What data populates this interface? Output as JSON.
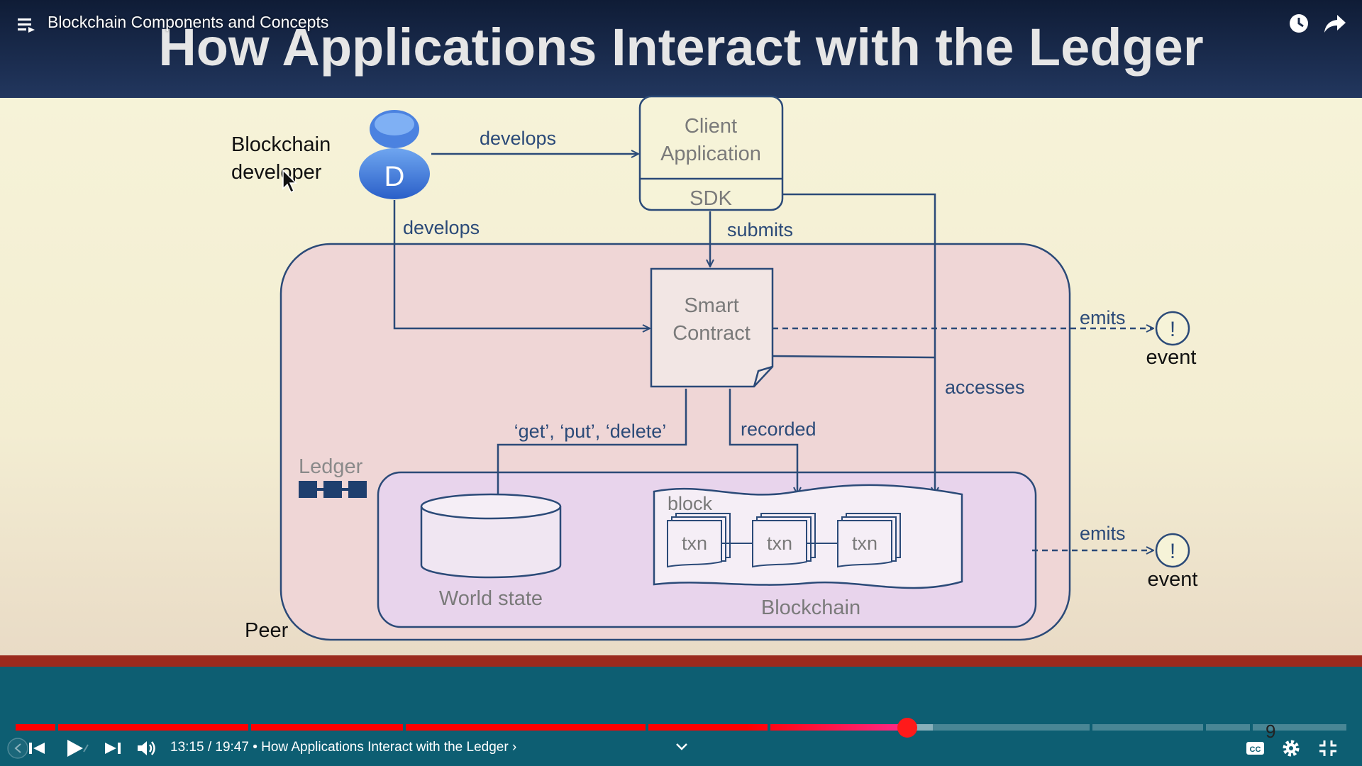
{
  "player": {
    "video_title": "Blockchain Components and Concepts",
    "time_current": "13:15",
    "time_total": "19:47",
    "time_display": "13:15 / 19:47 • How Applications Interact with the Ledger ›",
    "progress_fraction": 0.67,
    "buffer_fraction": 0.69,
    "icons": {
      "menu": "playlist-menu-icon",
      "watch_later": "clock-icon",
      "share": "share-icon",
      "prev": "previous-icon",
      "play": "play-icon",
      "next": "next-icon",
      "volume": "volume-icon",
      "captions": "captions-icon",
      "settings": "gear-icon",
      "exit_fullscreen": "exit-fullscreen-icon",
      "chapter_expand": "chevron-down-icon"
    },
    "accent_color": "#ff0000"
  },
  "slide": {
    "title": "How Applications Interact with the Ledger",
    "page_number": "9",
    "developer_label_line1": "Blockchain",
    "developer_label_line2": "developer",
    "developer_badge": "D",
    "develops_top": "develops",
    "develops_left": "develops",
    "client_app_line1": "Client",
    "client_app_line2": "Application",
    "sdk": "SDK",
    "submits": "submits",
    "smart_contract_line1": "Smart",
    "smart_contract_line2": "Contract",
    "emits_top": "emits",
    "event_top": "event",
    "event_glyph_top": "!",
    "accesses": "accesses",
    "get_put_delete": "‘get’, ‘put’, ‘delete’",
    "recorded": "recorded",
    "ledger": "Ledger",
    "block": "block",
    "txn1": "txn",
    "txn2": "txn",
    "txn3": "txn",
    "world_state": "World state",
    "blockchain": "Blockchain",
    "emits_bottom": "emits",
    "event_bottom": "event",
    "event_glyph_bottom": "!",
    "peer": "Peer"
  }
}
